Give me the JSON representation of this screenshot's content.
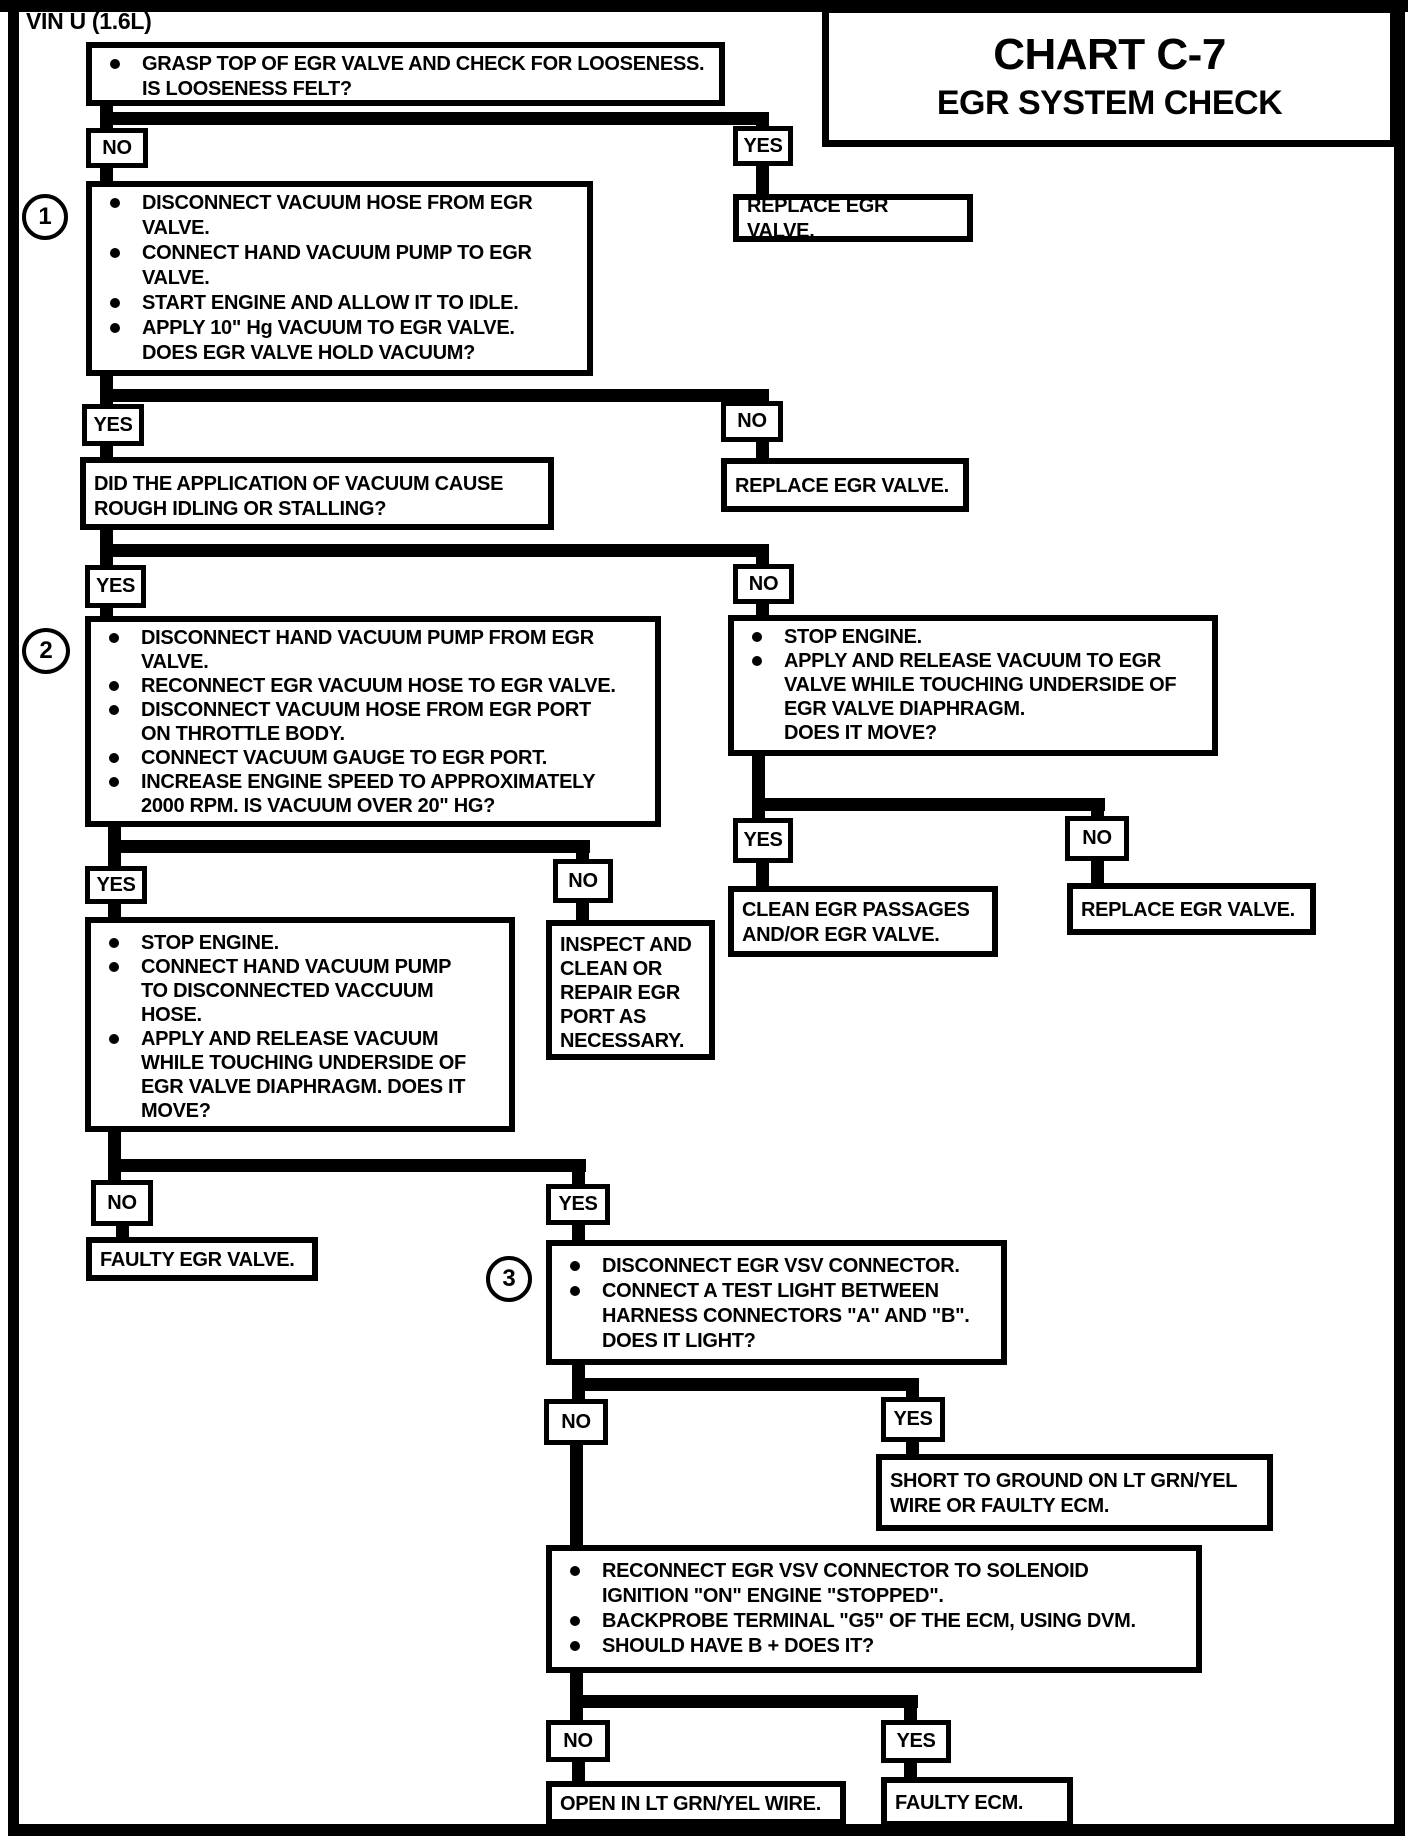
{
  "page": {
    "vin_label": "VIN U (1.6L)",
    "ink_color": "#000000",
    "paper_color": "#ffffff"
  },
  "title": {
    "line1": "CHART C-7",
    "line2": "EGR SYSTEM CHECK"
  },
  "labels": {
    "yes": "YES",
    "no": "NO"
  },
  "markers": {
    "step1": "1",
    "step2": "2",
    "step3": "3"
  },
  "boxes": {
    "start": [
      {
        "bullet": true,
        "lines": [
          "GRASP TOP OF EGR VALVE AND CHECK FOR LOOSENESS.",
          "IS LOOSENESS FELT?"
        ]
      }
    ],
    "replace_egr_1": [
      {
        "bullet": false,
        "lines": [
          "REPLACE EGR VALVE."
        ]
      }
    ],
    "step1": [
      {
        "bullet": true,
        "lines": [
          "DISCONNECT VACUUM HOSE FROM EGR",
          "VALVE."
        ]
      },
      {
        "bullet": true,
        "lines": [
          "CONNECT HAND VACUUM PUMP TO EGR",
          "VALVE."
        ]
      },
      {
        "bullet": true,
        "lines": [
          "START ENGINE AND ALLOW IT TO IDLE."
        ]
      },
      {
        "bullet": true,
        "lines": [
          "APPLY 10\" Hg VACUUM TO EGR VALVE.",
          "DOES EGR VALVE HOLD VACUUM?"
        ]
      }
    ],
    "vacuum_question": [
      {
        "bullet": false,
        "lines": [
          "DID THE APPLICATION OF VACUUM CAUSE",
          "ROUGH IDLING OR STALLING?"
        ]
      }
    ],
    "replace_egr_2": [
      {
        "bullet": false,
        "lines": [
          "REPLACE EGR  VALVE."
        ]
      }
    ],
    "step2": [
      {
        "bullet": true,
        "lines": [
          "DISCONNECT HAND VACUUM PUMP FROM EGR",
          "VALVE."
        ]
      },
      {
        "bullet": true,
        "lines": [
          "RECONNECT EGR VACUUM HOSE TO EGR VALVE."
        ]
      },
      {
        "bullet": true,
        "lines": [
          "DISCONNECT VACUUM HOSE FROM EGR PORT",
          "ON THROTTLE BODY."
        ]
      },
      {
        "bullet": true,
        "lines": [
          "CONNECT VACUUM  GAUGE  TO EGR PORT."
        ]
      },
      {
        "bullet": true,
        "lines": [
          "INCREASE ENGINE SPEED TO APPROXIMATELY",
          "2000 RPM. IS VACUUM OVER 20\" HG?"
        ]
      }
    ],
    "diaphragm_check": [
      {
        "bullet": true,
        "lines": [
          "STOP ENGINE."
        ]
      },
      {
        "bullet": true,
        "lines": [
          "APPLY AND RELEASE VACUUM TO EGR",
          "VALVE WHILE TOUCHING UNDERSIDE OF",
          "EGR VALVE DIAPHRAGM.",
          "DOES IT MOVE?"
        ]
      }
    ],
    "clean_passages": [
      {
        "bullet": false,
        "lines": [
          "CLEAN EGR PASSAGES",
          "AND/OR EGR VALVE."
        ]
      }
    ],
    "replace_egr_3": [
      {
        "bullet": false,
        "lines": [
          "REPLACE EGR  VALVE."
        ]
      }
    ],
    "stop_engine_check": [
      {
        "bullet": true,
        "lines": [
          "STOP ENGINE."
        ]
      },
      {
        "bullet": true,
        "lines": [
          "CONNECT HAND VACUUM PUMP",
          "TO DISCONNECTED VACCUUM",
          "HOSE."
        ]
      },
      {
        "bullet": true,
        "lines": [
          "APPLY AND RELEASE VACUUM",
          "WHILE  TOUCHING UNDERSIDE  OF",
          "EGR VALVE  DIAPHRAGM.  DOES IT",
          "MOVE?"
        ]
      }
    ],
    "inspect_port": [
      {
        "bullet": false,
        "lines": [
          "INSPECT AND",
          "CLEAN OR",
          "REPAIR EGR",
          "PORT AS",
          "NECESSARY."
        ]
      }
    ],
    "faulty_egr": [
      {
        "bullet": false,
        "lines": [
          "FAULTY EGR VALVE."
        ]
      }
    ],
    "step3": [
      {
        "bullet": true,
        "lines": [
          "DISCONNECT EGR  VSV CONNECTOR."
        ]
      },
      {
        "bullet": true,
        "lines": [
          "CONNECT A TEST LIGHT BETWEEN",
          "HARNESS CONNECTORS \"A\" AND \"B\".",
          "DOES IT LIGHT?"
        ]
      }
    ],
    "short_to_ground": [
      {
        "bullet": false,
        "lines": [
          "SHORT TO GROUND ON  LT GRN/YEL",
          "WIRE OR FAULTY ECM."
        ]
      }
    ],
    "reconnect_vsv": [
      {
        "bullet": true,
        "lines": [
          "RECONNECT EGR VSV CONNECTOR TO  SOLENOID",
          "IGNITION \"ON\" ENGINE \"STOPPED\"."
        ]
      },
      {
        "bullet": true,
        "lines": [
          "BACKPROBE TERMINAL  \"G5\"  OF THE ECM, USING DVM."
        ]
      },
      {
        "bullet": true,
        "lines": [
          "SHOULD HAVE B +  DOES IT?"
        ]
      }
    ],
    "open_wire": [
      {
        "bullet": false,
        "lines": [
          "OPEN IN LT GRN/YEL WIRE."
        ]
      }
    ],
    "faulty_ecm": [
      {
        "bullet": false,
        "lines": [
          "FAULTY ECM."
        ]
      }
    ]
  }
}
